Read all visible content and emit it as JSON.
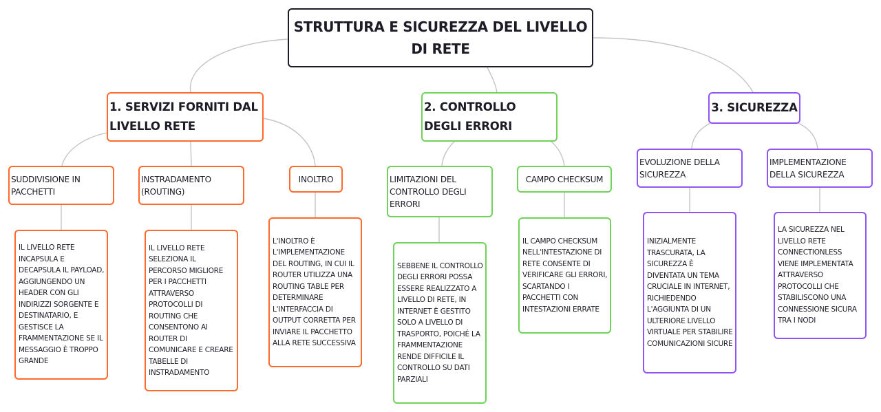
{
  "colors": {
    "root_border": "#1d1b26",
    "branch1": "#ff6a2c",
    "branch2": "#6fd35a",
    "branch3": "#9153f5",
    "connector": "#c4c4c4"
  },
  "root": {
    "title": "STRUTTURA E SICUREZZA DEL LIVELLO DI RETE"
  },
  "branches": [
    {
      "title": "1. SERVIZI FORNITI DAL LIVELLO RETE",
      "color": "#ff6a2c",
      "children": [
        {
          "title": "SUDDIVISIONE IN PACCHETTI",
          "detail": "IL LIVELLO RETE INCAPSULA E DECAPSULA IL PAYLOAD, AGGIUNGENDO UN HEADER CON GLI INDIRIZZI SORGENTE E DESTINATARIO, E GESTISCE LA FRAMMENTAZIONE SE IL MESSAGGIO È TROPPO GRANDE"
        },
        {
          "title": "INSTRADAMENTO (ROUTING)",
          "detail": "IL LIVELLO RETE SELEZIONA IL PERCORSO MIGLIORE PER I PACCHETTI ATTRAVERSO PROTOCOLLI DI ROUTING CHE CONSENTONO AI ROUTER DI COMUNICARE E CREARE TABELLE DI INSTRADAMENTO"
        },
        {
          "title": "INOLTRO",
          "detail": "L'INOLTRO È L'IMPLEMENTAZIONE DEL ROUTING, IN CUI IL ROUTER UTILIZZA UNA ROUTING TABLE PER DETERMINARE L'INTERFACCIA DI OUTPUT CORRETTA PER INVIARE IL PACCHETTO ALLA RETE SUCCESSIVA"
        }
      ]
    },
    {
      "title": "2. CONTROLLO DEGLI ERRORI",
      "color": "#6fd35a",
      "children": [
        {
          "title": "LIMITAZIONI DEL CONTROLLO DEGLI ERRORI",
          "detail": "SEBBENE IL CONTROLLO DEGLI ERRORI POSSA ESSERE REALIZZATO A LIVELLO DI RETE, IN INTERNET È GESTITO SOLO A LIVELLO DI TRASPORTO, POICHÉ LA FRAMMENTAZIONE RENDE DIFFICILE IL CONTROLLO SU DATI PARZIALI"
        },
        {
          "title": "CAMPO CHECKSUM",
          "detail": "IL CAMPO CHECKSUM NELL'INTESTAZIONE DI RETE CONSENTE DI VERIFICARE GLI ERRORI, SCARTANDO I PACCHETTI CON INTESTAZIONI ERRATE"
        }
      ]
    },
    {
      "title": "3. SICUREZZA",
      "color": "#9153f5",
      "children": [
        {
          "title": "EVOLUZIONE DELLA SICUREZZA",
          "detail": "INIZIALMENTE TRASCURATA, LA SICUREZZA È DIVENTATA UN TEMA CRUCIALE IN INTERNET, RICHIEDENDO L'AGGIUNTA DI UN ULTERIORE LIVELLO VIRTUALE PER STABILIRE COMUNICAZIONI SICURE"
        },
        {
          "title": "IMPLEMENTAZIONE DELLA SICUREZZA",
          "detail": "LA SICUREZZA NEL LIVELLO RETE CONNECTIONLESS VIENE IMPLEMENTATA ATTRAVERSO PROTOCOLLI CHE STABILISCONO UNA CONNESSIONE SICURA TRA I NODI"
        }
      ]
    }
  ]
}
